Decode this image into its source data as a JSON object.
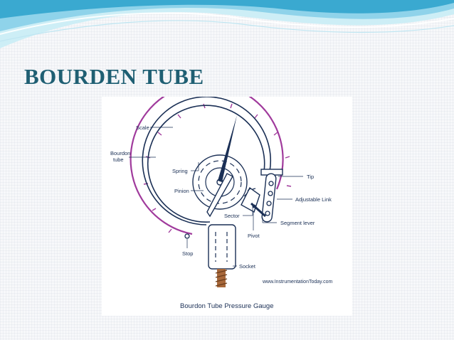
{
  "slide": {
    "title": "BOURDEN TUBE"
  },
  "figure": {
    "labels": {
      "scale": "Scale",
      "bourdon_tube_line1": "Bourdon",
      "bourdon_tube_line2": "tube",
      "spring": "Spring",
      "pinion": "Pinion",
      "sector": "Sector",
      "pivot": "Pivot",
      "stop": "Stop",
      "socket": "Socket",
      "tip": "Tip",
      "adjustable_link": "Adjustable Link",
      "segment_lever": "Segment lever"
    },
    "website": "www.InstrumentationToday.com",
    "caption": "Bourdon Tube Pressure Gauge"
  },
  "colors": {
    "title": "#1f5f73",
    "scale_arc": "#a03a9c",
    "line": "#1a2f55",
    "wave_light": "#bfe6f2",
    "wave_mid": "#7fcde6",
    "wave_dark": "#2a9cc4"
  }
}
